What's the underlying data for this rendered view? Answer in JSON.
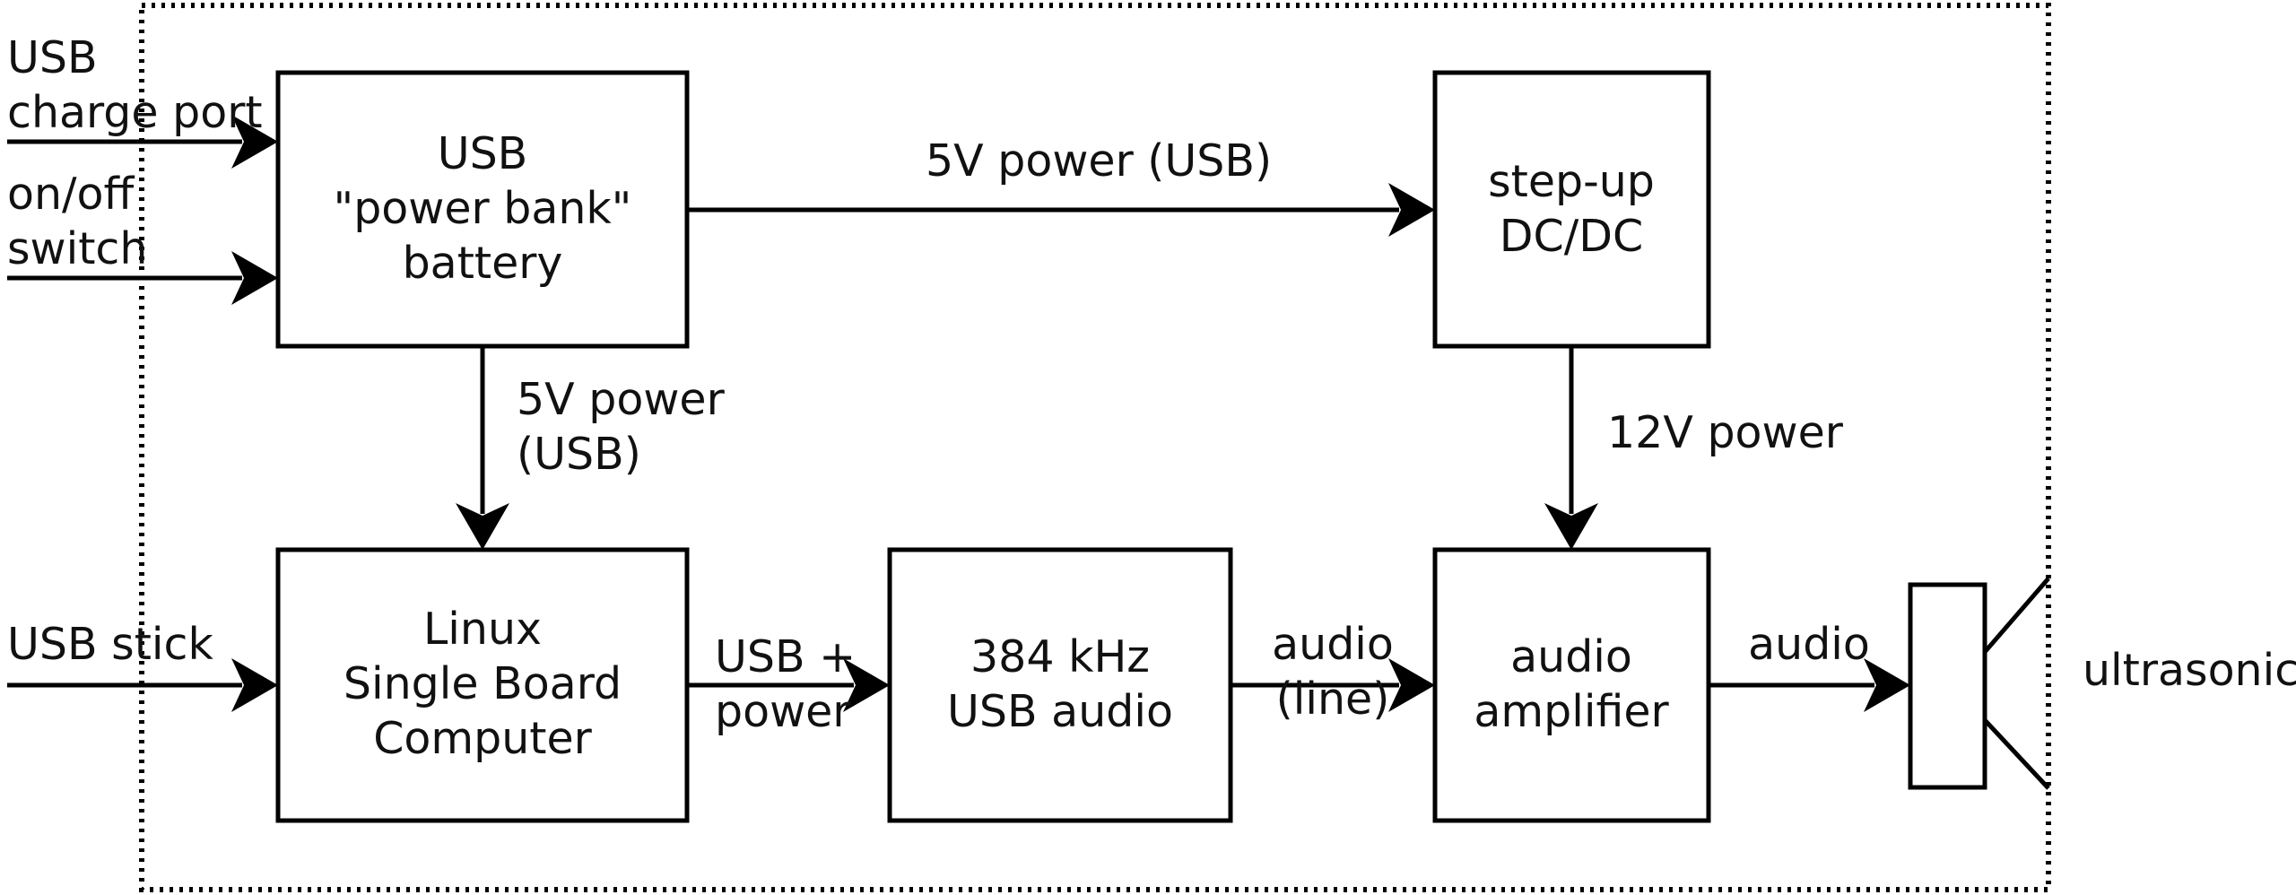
{
  "blocks": {
    "power_bank": [
      "USB",
      "\"power bank\"",
      "battery"
    ],
    "step_up": [
      "step-up",
      "DC/DC"
    ],
    "sbc": [
      "Linux",
      "Single Board",
      "Computer"
    ],
    "usb_audio": [
      "384 kHz",
      "USB audio"
    ],
    "amplifier": [
      "audio",
      "amplifier"
    ]
  },
  "labels": {
    "usb_charge_port": [
      "USB",
      "charge port"
    ],
    "on_off_switch": [
      "on/off",
      "switch"
    ],
    "usb_stick": "USB stick",
    "power_bank_to_stepup": "5V power (USB)",
    "power_bank_to_sbc": [
      "5V power",
      "(USB)"
    ],
    "stepup_to_amp": "12V power",
    "sbc_to_audio": [
      "USB +",
      "power"
    ],
    "audio_to_amp": [
      "audio",
      "(line)"
    ],
    "amp_to_speaker": "audio",
    "speaker": "ultrasonic"
  }
}
